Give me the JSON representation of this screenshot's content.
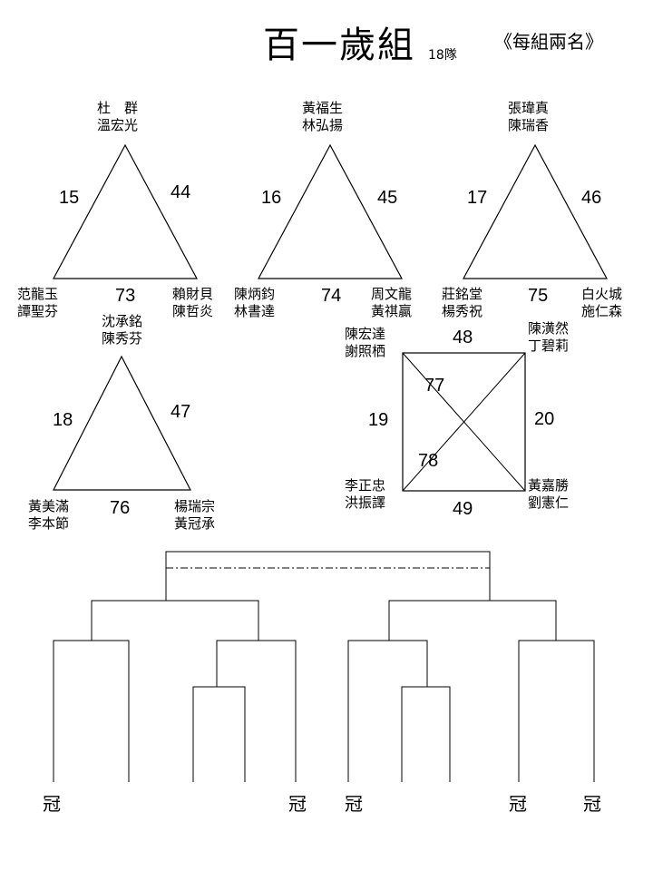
{
  "header": {
    "title": "百一歲組",
    "team_count": "18隊",
    "note": "《每組兩名》"
  },
  "groups": [
    {
      "teams": [
        {
          "names": [
            "杜　群",
            "溫宏光"
          ]
        },
        {
          "names": [
            "范龍玉",
            "譚聖芬"
          ]
        },
        {
          "names": [
            "賴財貝",
            "陳哲炎"
          ]
        }
      ],
      "matches": [
        "15",
        "44",
        "73"
      ]
    },
    {
      "teams": [
        {
          "names": [
            "黃福生",
            "林弘揚"
          ]
        },
        {
          "names": [
            "陳炳鈞",
            "林書達"
          ]
        },
        {
          "names": [
            "周文龍",
            "黃祺贏"
          ]
        }
      ],
      "matches": [
        "16",
        "45",
        "74"
      ]
    },
    {
      "teams": [
        {
          "names": [
            "張瑋真",
            "陳瑞香"
          ]
        },
        {
          "names": [
            "莊銘堂",
            "楊秀祝"
          ]
        },
        {
          "names": [
            "白火城",
            "施仁森"
          ]
        }
      ],
      "matches": [
        "17",
        "46",
        "75"
      ]
    },
    {
      "teams": [
        {
          "names": [
            "沈承銘",
            "陳秀芬"
          ]
        },
        {
          "names": [
            "黃美滿",
            "李本節"
          ]
        },
        {
          "names": [
            "楊瑞宗",
            "黃冠承"
          ]
        }
      ],
      "matches": [
        "18",
        "47",
        "76"
      ]
    },
    {
      "teams": [
        {
          "names": [
            "陳宏達",
            "謝照栖"
          ]
        },
        {
          "names": [
            "陳潢然",
            "丁碧莉"
          ]
        },
        {
          "names": [
            "李正忠",
            "洪振譯"
          ]
        },
        {
          "names": [
            "黃嘉勝",
            "劉憲仁"
          ]
        }
      ],
      "matches": [
        "48",
        "19",
        "20",
        "49",
        "77",
        "78"
      ]
    }
  ],
  "bracket": {
    "champion_label": "冠",
    "slots": 5
  }
}
